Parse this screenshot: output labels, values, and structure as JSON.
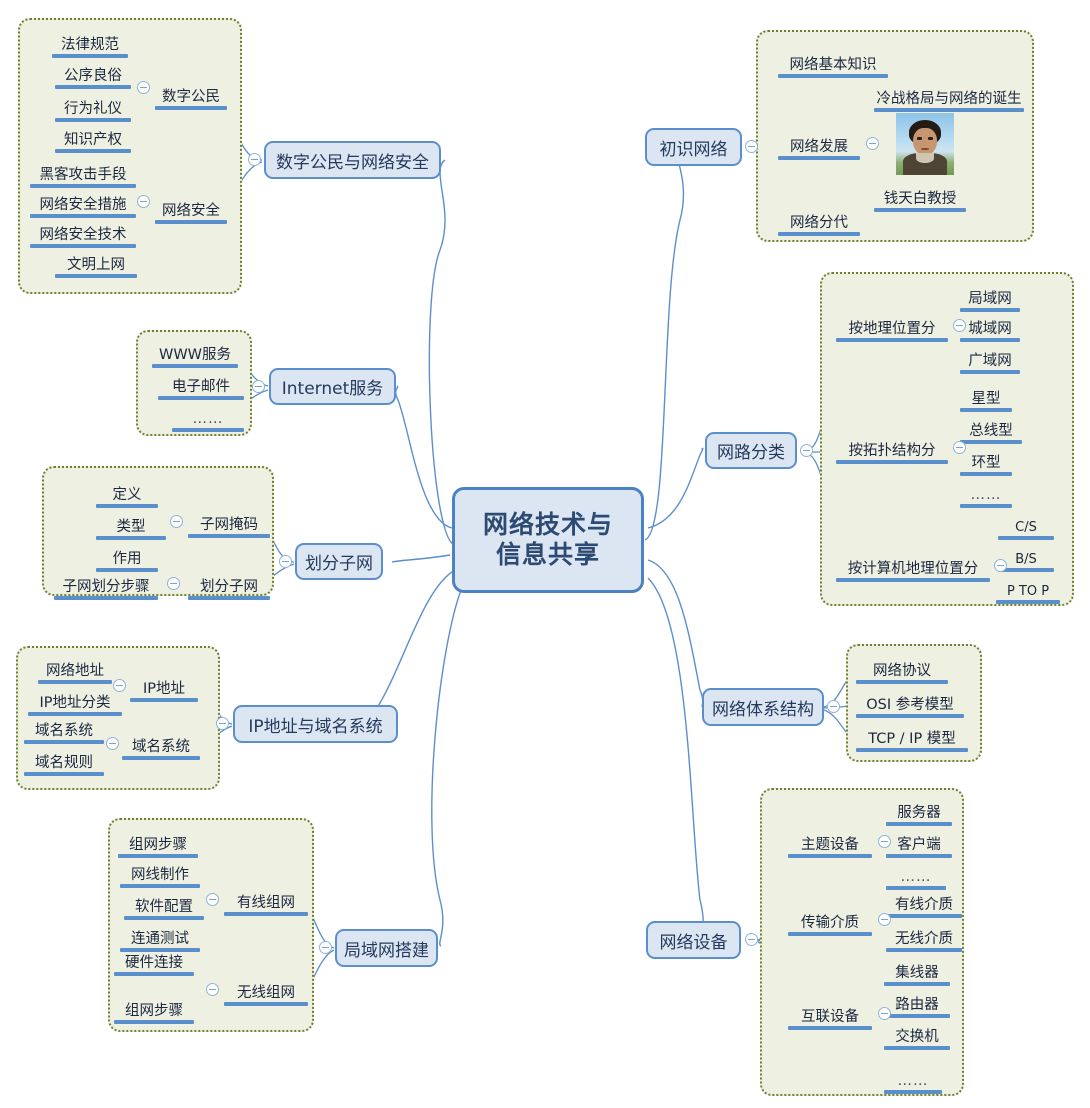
{
  "root": {
    "label": "网络技术与\n信息共享",
    "line1": "网络技术与",
    "line2": "信息共享"
  },
  "colors": {
    "node_fill": "#dce6f3",
    "node_border": "#5b8fcc",
    "root_border": "#4a82c4",
    "root_text": "#2d4a73",
    "group_fill": "#eef1e2",
    "group_border": "#6f7f31",
    "underline": "#5b8fcc",
    "connector": "#5b8fcc",
    "text": "#1c2740"
  },
  "icons": {
    "collapse": "collapse-toggle-icon",
    "portrait": "portrait-photo-icon"
  },
  "branches": [
    {
      "id": "digital-citizen-security",
      "label": "数字公民与网络安全",
      "children": [
        {
          "label": "数字公民",
          "children": [
            "法律规范",
            "公序良俗",
            "行为礼仪",
            "知识产权"
          ]
        },
        {
          "label": "网络安全",
          "children": [
            "黑客攻击手段",
            "网络安全措施",
            "网络安全技术",
            "文明上网"
          ]
        }
      ]
    },
    {
      "id": "internet-service",
      "label": "Internet服务",
      "children": [
        {
          "label": "WWW服务",
          "children": []
        },
        {
          "label": "电子邮件",
          "children": []
        },
        {
          "label": "……",
          "children": []
        }
      ]
    },
    {
      "id": "subnet-division",
      "label": "划分子网",
      "children": [
        {
          "label": "子网掩码",
          "children": [
            "定义",
            "类型",
            "作用"
          ]
        },
        {
          "label": "划分子网",
          "children": [
            "子网划分步骤"
          ]
        }
      ]
    },
    {
      "id": "ip-dns",
      "label": "IP地址与域名系统",
      "children": [
        {
          "label": "IP地址",
          "children": [
            "网络地址",
            "IP地址分类"
          ]
        },
        {
          "label": "域名系统",
          "children": [
            "域名系统",
            "域名规则"
          ]
        }
      ]
    },
    {
      "id": "lan-build",
      "label": "局域网搭建",
      "children": [
        {
          "label": "有线组网",
          "children": [
            "组网步骤",
            "网线制作",
            "软件配置",
            "连通测试"
          ]
        },
        {
          "label": "无线组网",
          "children": [
            "硬件连接",
            "组网步骤"
          ]
        }
      ]
    },
    {
      "id": "first-look-network",
      "label": "初识网络",
      "children": [
        {
          "label": "网络基本知识",
          "children": []
        },
        {
          "label": "网络发展",
          "children": [
            "冷战格局与网络的诞生",
            "钱天白教授"
          ],
          "has_image": true
        },
        {
          "label": "网络分代",
          "children": []
        }
      ]
    },
    {
      "id": "network-classification",
      "label": "网路分类",
      "children": [
        {
          "label": "按地理位置分",
          "children": [
            "局域网",
            "城域网",
            "广域网"
          ]
        },
        {
          "label": "按拓扑结构分",
          "children": [
            "星型",
            "总线型",
            "环型",
            "……"
          ]
        },
        {
          "label": "按计算机地理位置分",
          "children": [
            "C/S",
            "B/S",
            "P TO P"
          ]
        }
      ]
    },
    {
      "id": "network-architecture",
      "label": "网络体系结构",
      "children": [
        {
          "label": "网络协议",
          "children": []
        },
        {
          "label": "OSI 参考模型",
          "children": []
        },
        {
          "label": "TCP / IP 模型",
          "children": []
        }
      ]
    },
    {
      "id": "network-devices",
      "label": "网络设备",
      "children": [
        {
          "label": "主题设备",
          "children": [
            "服务器",
            "客户端",
            "……"
          ]
        },
        {
          "label": "传输介质",
          "children": [
            "有线介质",
            "无线介质"
          ]
        },
        {
          "label": "互联设备",
          "children": [
            "集线器",
            "路由器",
            "交换机",
            "……"
          ]
        }
      ]
    }
  ]
}
